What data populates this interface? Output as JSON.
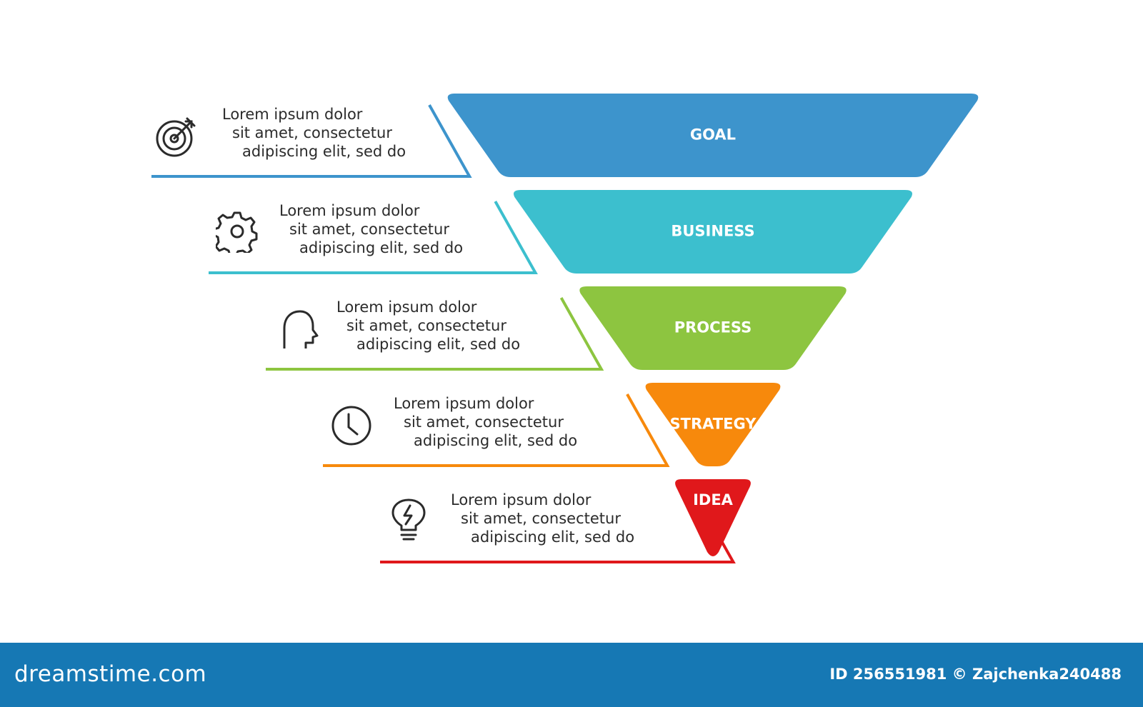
{
  "stages": [
    {
      "label": "GOAL",
      "color": "#3d94cc",
      "icon": "target-icon",
      "lines": [
        "Lorem ipsum dolor",
        "sit amet, consectetur",
        "adipiscing elit, sed do"
      ]
    },
    {
      "label": "BUSINESS",
      "color": "#3cbfce",
      "icon": "gear-icon",
      "lines": [
        "Lorem ipsum dolor",
        "sit amet, consectetur",
        "adipiscing elit, sed do"
      ]
    },
    {
      "label": "PROCESS",
      "color": "#8dc540",
      "icon": "head-profile-icon",
      "lines": [
        "Lorem ipsum dolor",
        "sit amet, consectetur",
        "adipiscing elit, sed do"
      ]
    },
    {
      "label": "STRATEGY",
      "color": "#f7890c",
      "icon": "clock-icon",
      "lines": [
        "Lorem ipsum dolor",
        "sit amet, consectetur",
        "adipiscing elit, sed do"
      ]
    },
    {
      "label": "IDEA",
      "color": "#e0181b",
      "icon": "lightbulb-icon",
      "lines": [
        "Lorem ipsum dolor",
        "sit amet, consectetur",
        "adipiscing elit, sed do"
      ]
    }
  ],
  "footer": {
    "logo": "dreamstime.com",
    "credit": "ID 256551981 © Zajchenka240488",
    "background": "#1678b4"
  }
}
